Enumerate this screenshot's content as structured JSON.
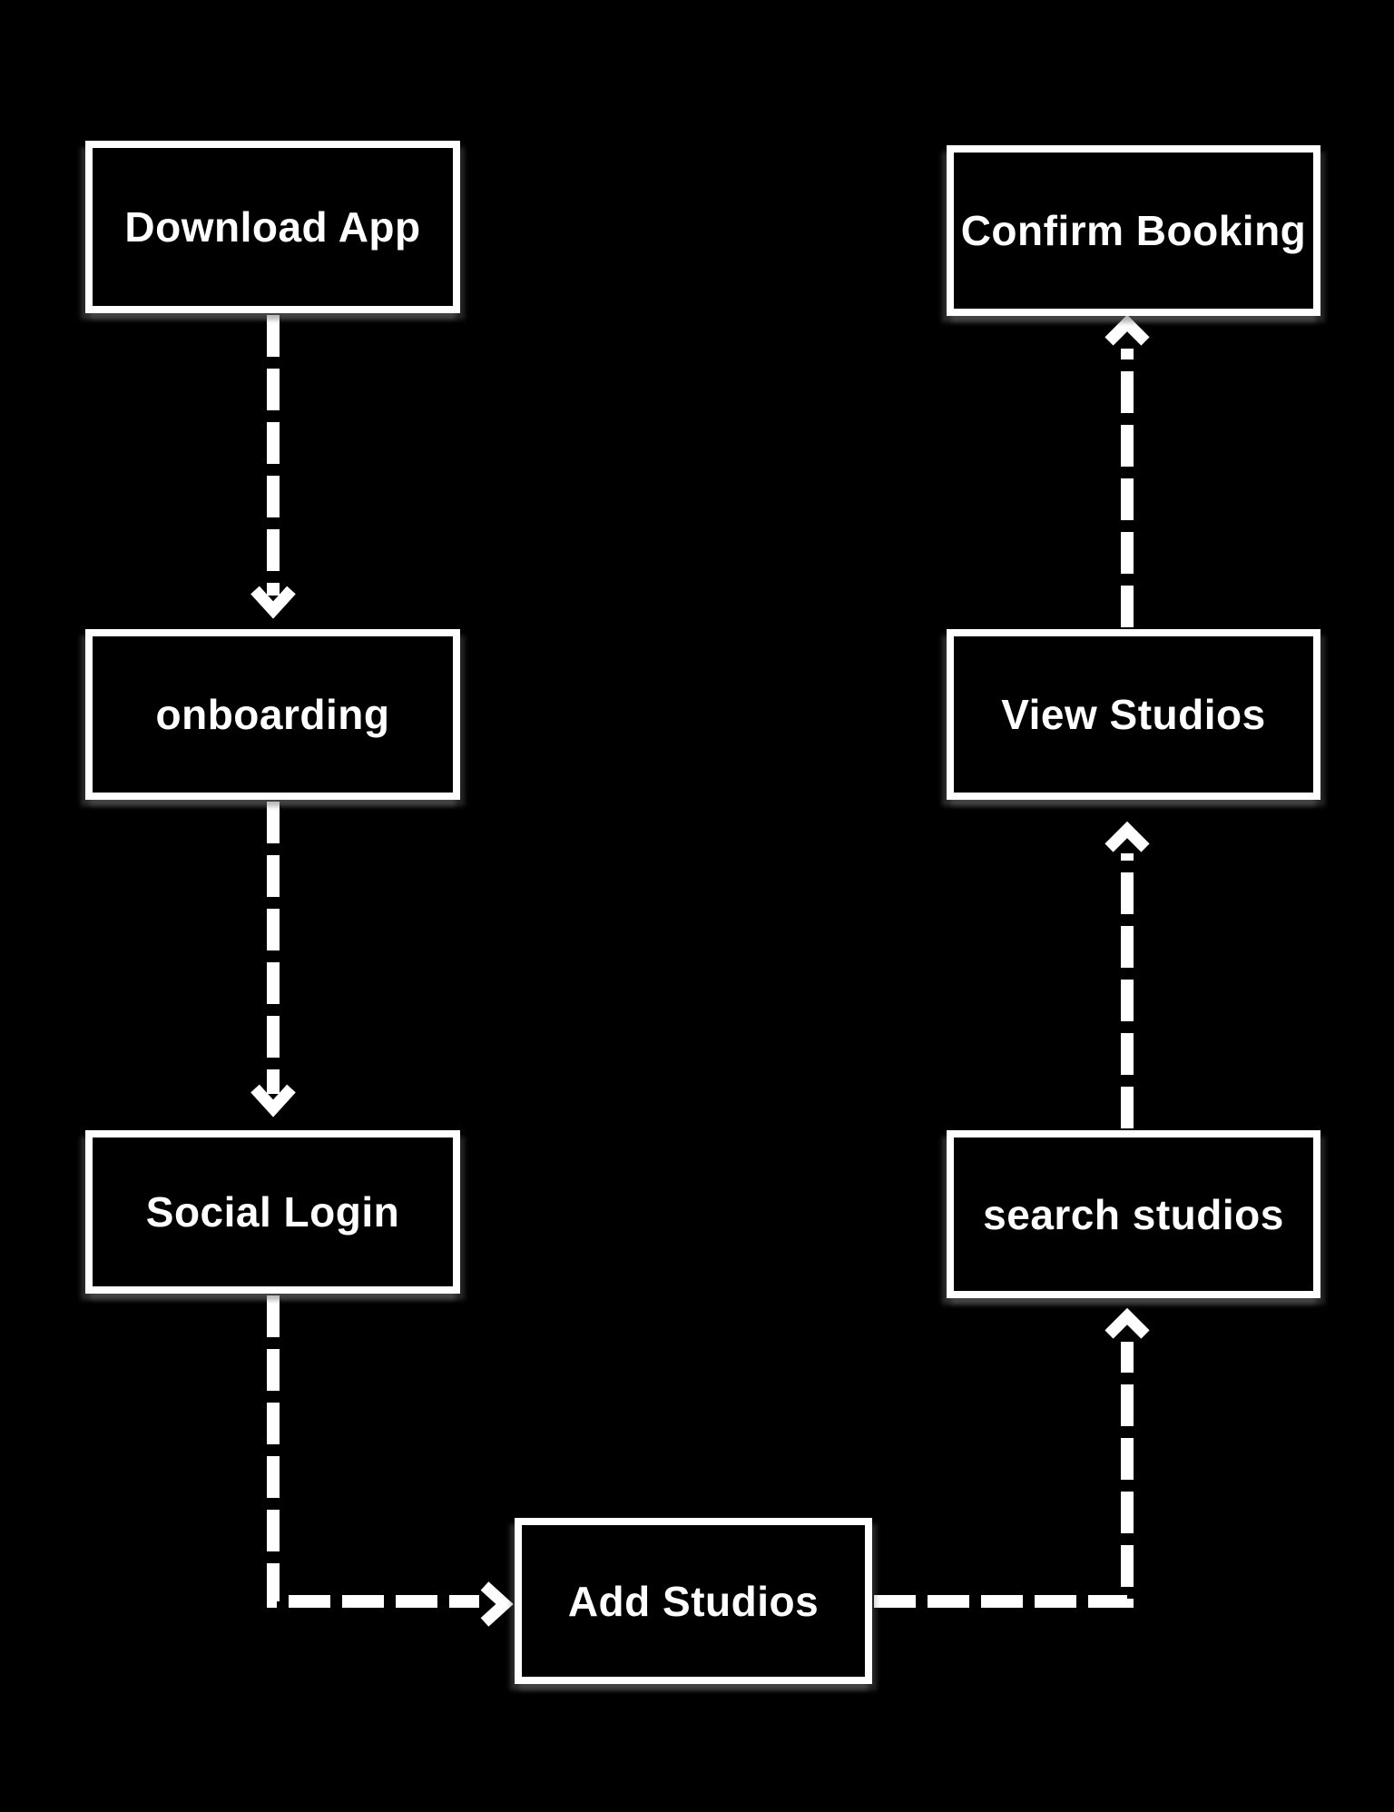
{
  "diagram": {
    "type": "flowchart",
    "connector_style": "dashed",
    "arrowhead_style": "open-chevron",
    "colors": {
      "background": "#000000",
      "node_fill": "#000000",
      "node_border": "#ffffff",
      "node_text": "#ffffff",
      "connector": "#ffffff"
    },
    "nodes": [
      {
        "id": "download-app",
        "label": "Download App"
      },
      {
        "id": "onboarding",
        "label": "onboarding"
      },
      {
        "id": "social-login",
        "label": "Social Login"
      },
      {
        "id": "add-studios",
        "label": "Add Studios"
      },
      {
        "id": "search-studios",
        "label": "search studios"
      },
      {
        "id": "view-studios",
        "label": "View Studios"
      },
      {
        "id": "confirm-booking",
        "label": "Confirm Booking"
      }
    ],
    "edges": [
      {
        "from": "Download App",
        "to": "onboarding",
        "direction": "down"
      },
      {
        "from": "onboarding",
        "to": "Social Login",
        "direction": "down"
      },
      {
        "from": "Social Login",
        "to": "Add Studios",
        "direction": "down-then-right"
      },
      {
        "from": "Add Studios",
        "to": "search studios",
        "direction": "right-then-up"
      },
      {
        "from": "search studios",
        "to": "View Studios",
        "direction": "up"
      },
      {
        "from": "View Studios",
        "to": "Confirm Booking",
        "direction": "up"
      }
    ]
  }
}
